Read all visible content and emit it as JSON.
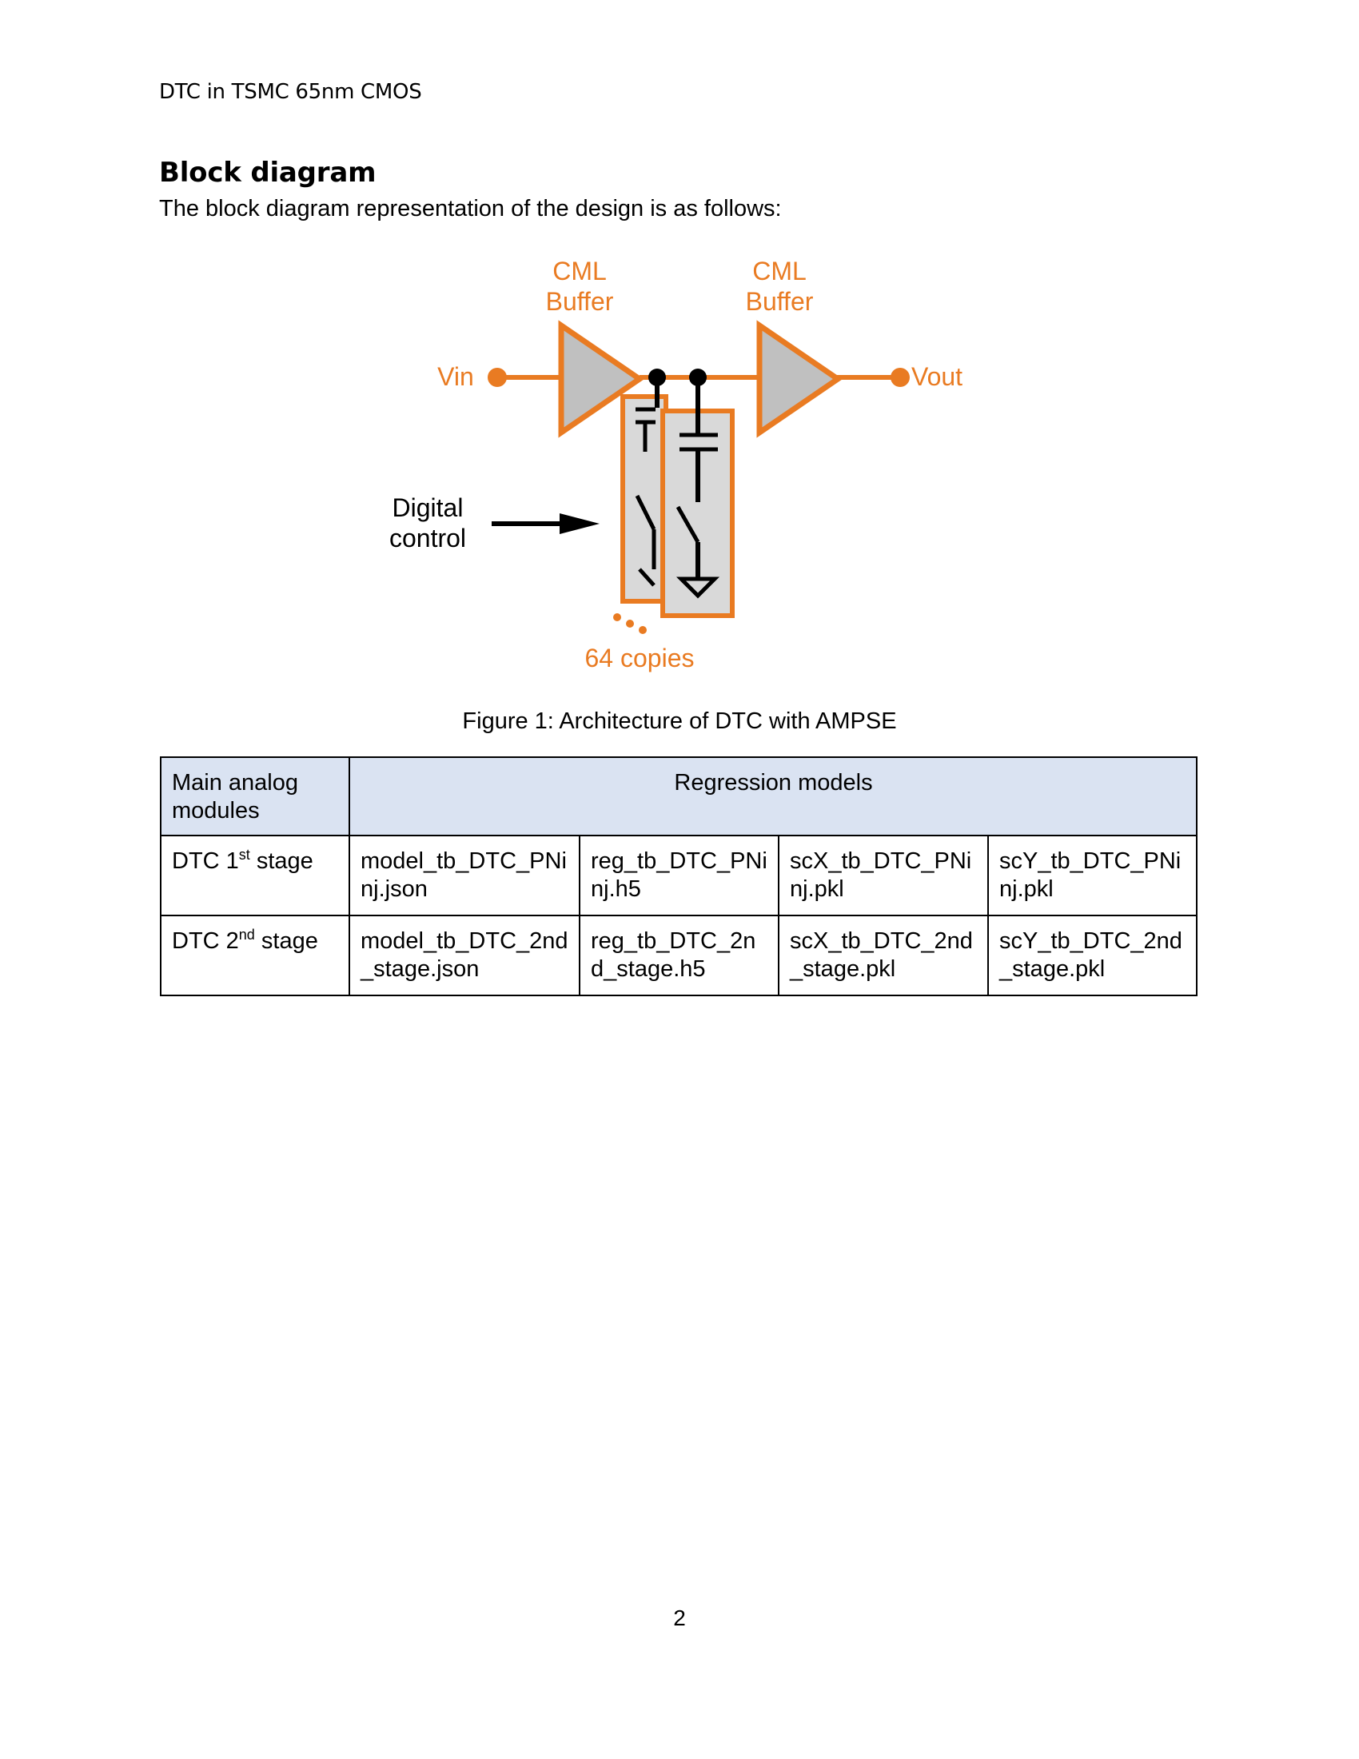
{
  "header": {
    "running_title": "DTC in TSMC 65nm CMOS"
  },
  "section": {
    "heading": "Block diagram",
    "intro": "The block diagram representation of the design is as follows:"
  },
  "diagram": {
    "buffer1_label": "CML\nBuffer",
    "buffer2_label": "CML\nBuffer",
    "input_label": "Vin",
    "output_label": "Vout",
    "control_label": "Digital\ncontrol",
    "copies_label": "64 copies",
    "accent_color": "#e97b22",
    "fill_color": "#c0c0c0"
  },
  "figure": {
    "caption": "Figure 1: Architecture of DTC with AMPSE"
  },
  "table": {
    "header_col1": "Main analog modules",
    "header_models": "Regression models",
    "header_bg": "#dae3f2",
    "rows": [
      {
        "module_base": "DTC 1",
        "module_sup": "st",
        "module_suffix": " stage",
        "model_json": "model_tb_DTC_PNinj.json",
        "reg_h5": "reg_tb_DTC_PNinj.h5",
        "scx_pkl": "scX_tb_DTC_PNinj.pkl",
        "scy_pkl": "scY_tb_DTC_PNinj.pkl"
      },
      {
        "module_base": "DTC 2",
        "module_sup": "nd",
        "module_suffix": " stage",
        "model_json": "model_tb_DTC_2nd_stage.json",
        "reg_h5": "reg_tb_DTC_2nd_stage.h5",
        "scx_pkl": "scX_tb_DTC_2nd_stage.pkl",
        "scy_pkl": "scY_tb_DTC_2nd_stage.pkl"
      }
    ]
  },
  "footer": {
    "page_number": "2"
  }
}
